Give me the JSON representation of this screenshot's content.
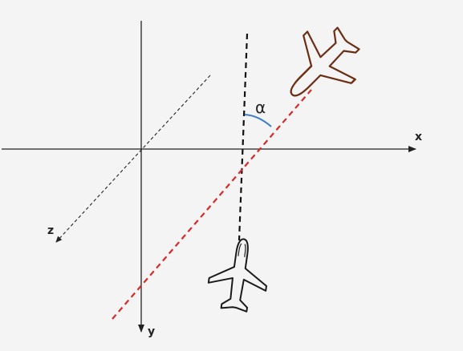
{
  "axes": {
    "x_label": "x",
    "y_label": "y",
    "z_label": "z"
  },
  "angle": {
    "label": "α",
    "color": "#3c7ec6"
  },
  "colors": {
    "background": "#f4f4f4",
    "axes": "#222222",
    "reference_line": "#111111",
    "flight_path": "#d42a2a",
    "plane_bottom_outline": "#1a1a1a",
    "plane_top_outline": "#6b2e14"
  },
  "icons": {
    "plane_bottom": "airplane-icon",
    "plane_top": "airplane-icon"
  }
}
